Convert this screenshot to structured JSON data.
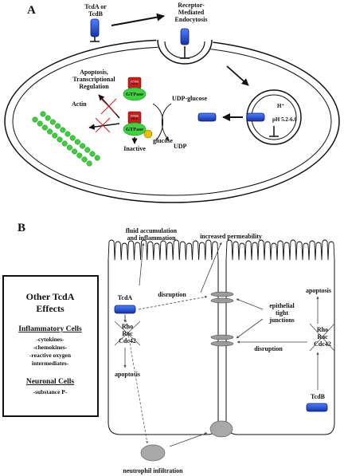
{
  "panel_a": {
    "label": "A",
    "toxin_label_line1": "TcdA or",
    "toxin_label_line2": "TcdB",
    "endocytosis_line1": "Receptor-",
    "endocytosis_line2": "Mediated",
    "endocytosis_line3": "Endocytosis",
    "endosome_proton": "H⁺",
    "endosome_ph": "pH 5.2-6.0",
    "udp_glucose": "UDP-glucose",
    "udp": "UDP",
    "glucose": "glucose",
    "inactive": "Inactive",
    "actin": "Actin",
    "apoptosis_line1": "Apoptosis,",
    "apoptosis_line2": "Transcriptional",
    "apoptosis_line3": "Regulation",
    "gtpase": "GTPase",
    "rho_small": "Rho"
  },
  "panel_b": {
    "label": "B",
    "fluid_line1": "fluid accumulation",
    "fluid_line2": "and inflammation",
    "permeability": "increased permeability",
    "tcda": "TcdA",
    "disruption_top": "disruption",
    "disruption_bottom": "disruption",
    "rho": "Rho",
    "rac": "Rac",
    "cdc42": "Cdc42",
    "rho_r": "Rho",
    "rac_r": "Rac",
    "cdc42_r": "Cdc42",
    "apoptosis_left": "apoptosis",
    "apoptosis_right": "apoptosis",
    "tight_line1": "epithelial",
    "tight_line2": "tight",
    "tight_line3": "junctions",
    "tcdb": "TcdB",
    "neutrophil": "neutrophil infiltration",
    "box": {
      "title_line1": "Other TcdA",
      "title_line2": "Effects",
      "inflam_heading": "Inflammatory Cells",
      "inflam_items": [
        "-cytokines-",
        "-chemokines-",
        "-reactive oxygen",
        "intermediates-"
      ],
      "neuro_heading": "Neuronal Cells",
      "neuro_items": [
        "-substance P-"
      ]
    }
  },
  "colors": {
    "toxin_blue": "#1f4fd6",
    "gtpase_green": "#3fd13f",
    "gtpase_red": "#c41e1e",
    "actin_green": "#3fcc3f",
    "glucose_yellow": "#e8c200",
    "neutrophil_gray": "#a8a8a8",
    "inhibit_red": "#d02020"
  }
}
